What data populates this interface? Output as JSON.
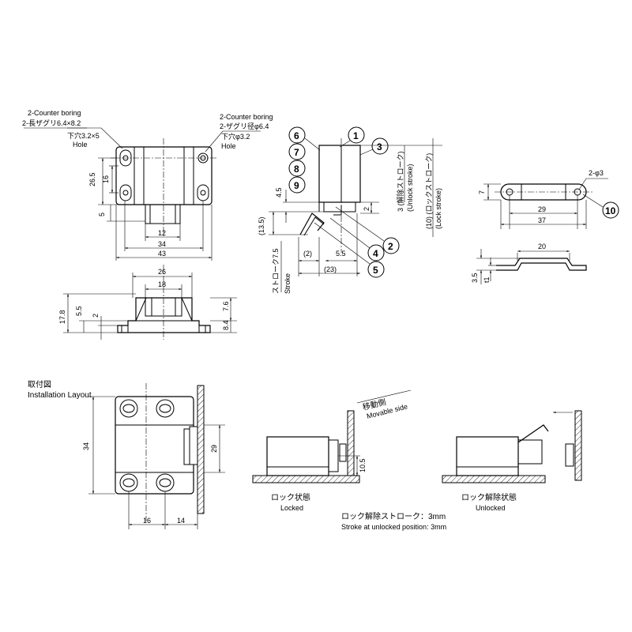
{
  "top_left_note": {
    "line1": "2-Counter boring",
    "line2": "2-長ザグリ6.4×8.2",
    "line3": "下穴3.2×5",
    "line4": "Hole"
  },
  "top_right_note": {
    "line1": "2-Counter boring",
    "line2": "2-ザグリ径φ6.4",
    "line3": "下穴φ3.2",
    "line4": "Hole"
  },
  "front_dims": {
    "d26_5": "26.5",
    "d16": "16",
    "d5": "5",
    "d12": "12",
    "d34": "34",
    "d43": "43"
  },
  "bottom_dims": {
    "d26": "26",
    "d18": "18",
    "d17_8": "17.8",
    "d5_5": "5.5",
    "d2": "2",
    "d7_6": "7.6",
    "d8_4": "8.4"
  },
  "side_dims": {
    "d4_5": "4.5",
    "d13_5": "(13.5)",
    "stroke7_5": "ストローク7.5",
    "stroke_en": "Stroke",
    "d2p": "(2)",
    "d5_5": "5.5",
    "d23": "(23)",
    "d2": "2",
    "unlock": "3 (解除ストローク)",
    "unlock_en": "(Unlock stroke)",
    "lock": "(10) (ロックストローク)",
    "lock_en": "(Lock stroke)"
  },
  "callouts": [
    "1",
    "2",
    "3",
    "4",
    "5",
    "6",
    "7",
    "8",
    "9",
    "10"
  ],
  "plate_dims": {
    "holes": "2-φ3",
    "d7": "7",
    "d29": "29",
    "d37": "37",
    "d20": "20",
    "d3_5": "3.5",
    "t1": "t1"
  },
  "install": {
    "title_jp": "取付図",
    "title_en": "Installation Layout",
    "d34": "34",
    "d29": "29",
    "d16": "16",
    "d14": "14"
  },
  "states": {
    "movable_jp": "移動側",
    "movable_en": "Movable side",
    "d10_5": "10.5",
    "locked_jp": "ロック状態",
    "locked_en": "Locked",
    "unlocked_jp": "ロック解除状態",
    "unlocked_en": "Unlocked",
    "stroke_jp": "ロック解除ストローク：3mm",
    "stroke_en": "Stroke at unlocked position: 3mm"
  }
}
